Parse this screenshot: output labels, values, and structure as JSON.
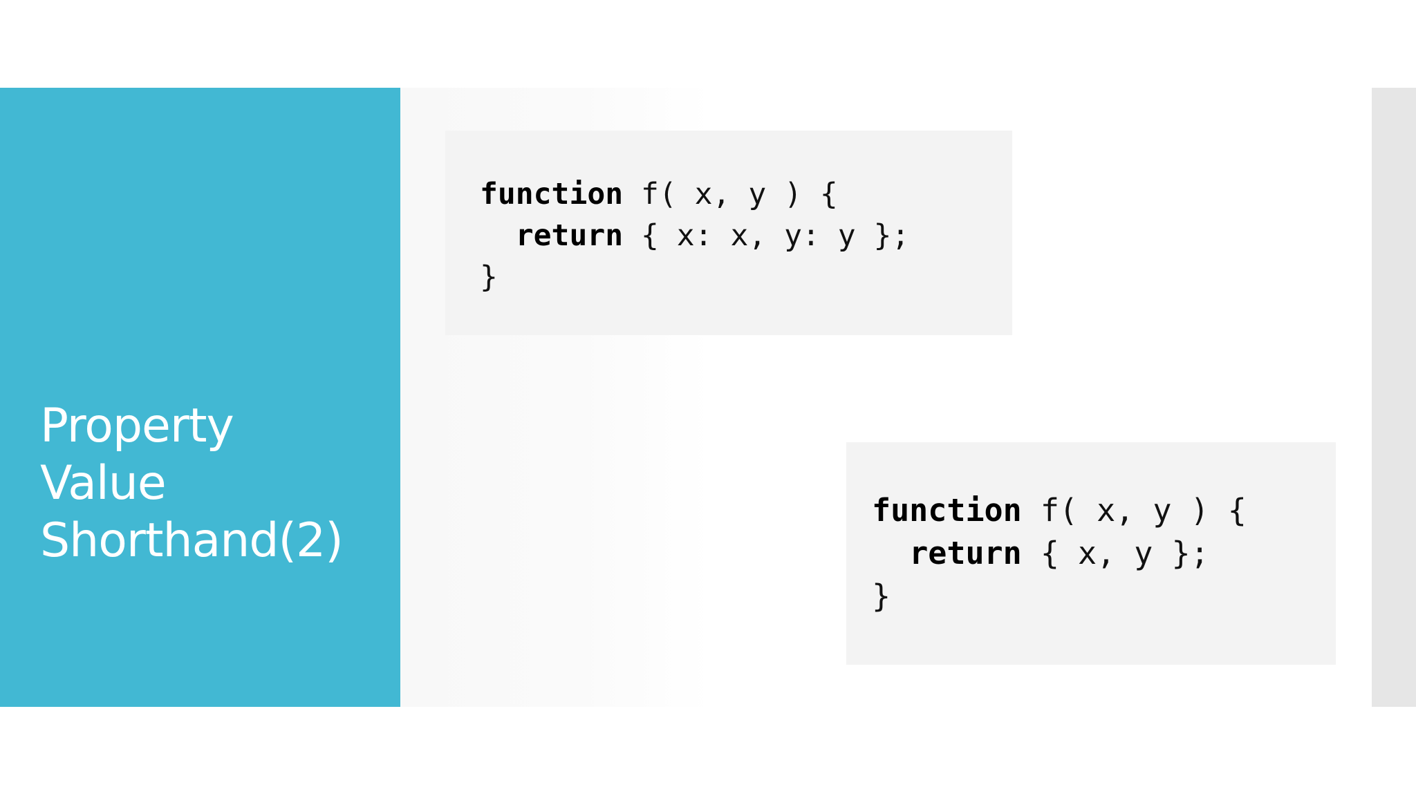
{
  "slide": {
    "title": {
      "lines": [
        "Property",
        "Value",
        "Shorthand(2)"
      ]
    },
    "code_examples": [
      {
        "lines": [
          {
            "keyword": "function",
            "text": " f( x, y ) {"
          },
          {
            "indent": "  ",
            "keyword": "return",
            "text": " { x: x, y: y };"
          },
          {
            "text": "}"
          }
        ]
      },
      {
        "lines": [
          {
            "keyword": "function",
            "text": " f( x, y ) {"
          },
          {
            "indent": "  ",
            "keyword": "return",
            "text": " { x, y };"
          },
          {
            "text": "}"
          }
        ]
      }
    ]
  },
  "colors": {
    "accent_panel": "#42b8d3",
    "code_background": "#f3f3f3",
    "rail_background": "#e6e6e6",
    "text_dark": "#111111",
    "title_text": "#ffffff"
  }
}
